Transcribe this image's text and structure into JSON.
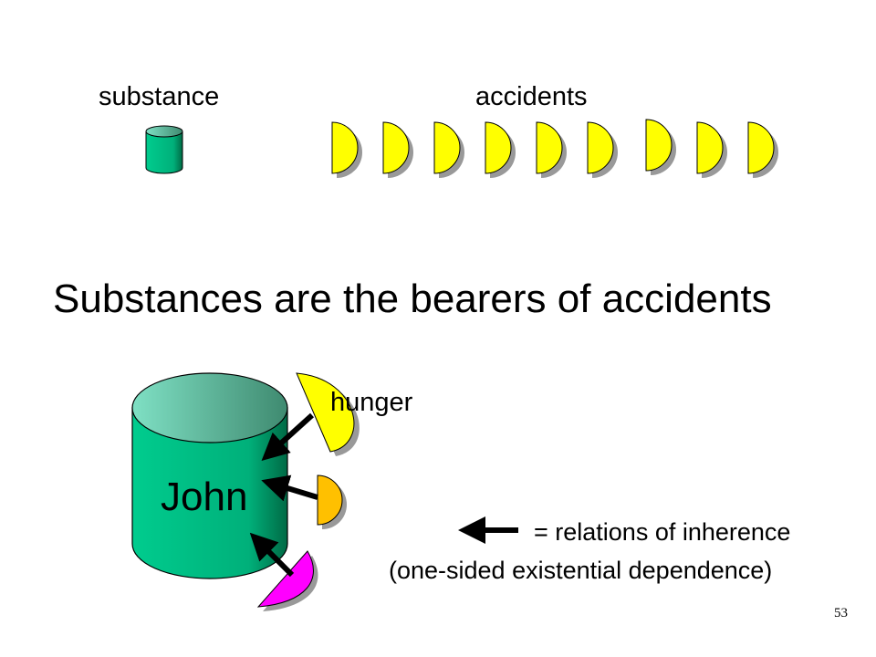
{
  "labels": {
    "substance": "substance",
    "accidents": "accidents",
    "headline": "Substances are the bearers of accidents",
    "hunger": "hunger",
    "john": "John",
    "legend_line1": "= relations of inherence",
    "legend_line2": "(one-sided existential dependence)",
    "page_number": "53"
  },
  "icons": {
    "substance": "cylinder-icon",
    "accident": "half-disc-icon",
    "relation": "arrow-left-icon"
  },
  "colors": {
    "cylinder_fill": "#00C88A",
    "cylinder_top": "#7FD8C0",
    "accident_yellow": "#FFFF00",
    "accident_orange": "#FFC000",
    "accident_magenta": "#FF00FF",
    "shadow": "#9A9A9A",
    "arrow": "#000000"
  }
}
